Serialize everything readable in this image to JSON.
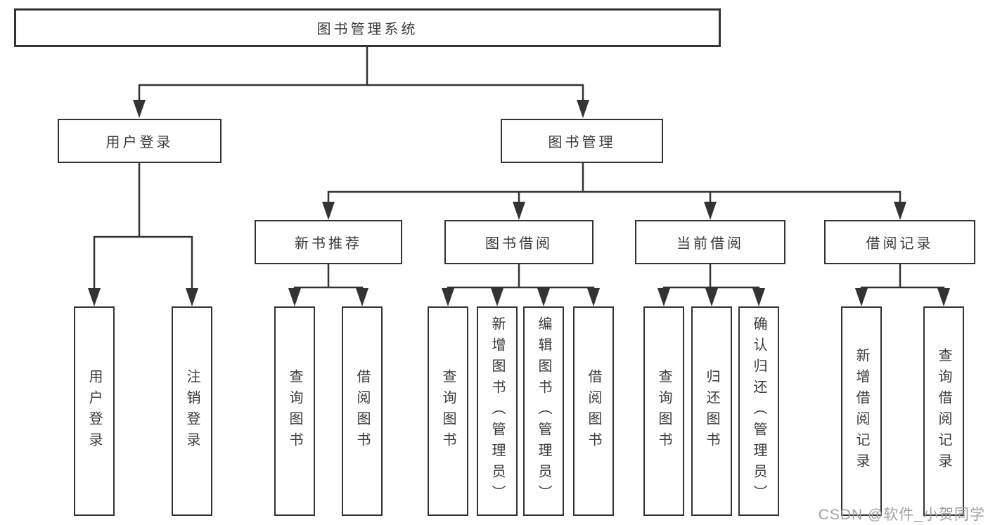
{
  "tree": {
    "root": {
      "label": "图书管理系统"
    },
    "user_login_branch": {
      "label": "用户登录",
      "leaves": [
        "用户登录",
        "注销登录"
      ]
    },
    "book_mgmt_branch": {
      "label": "图书管理",
      "groups": [
        {
          "label": "新书推荐",
          "leaves": [
            "查询图书",
            "借阅图书"
          ]
        },
        {
          "label": "图书借阅",
          "leaves": [
            "查询图书",
            "新增图书（管理员）",
            "编辑图书（管理员）",
            "借阅图书"
          ]
        },
        {
          "label": "当前借阅",
          "leaves": [
            "查询图书",
            "归还图书",
            "确认归还（管理员）"
          ]
        },
        {
          "label": "借阅记录",
          "leaves": [
            "新增借阅记录",
            "查询借阅记录"
          ]
        }
      ]
    }
  },
  "watermark": "CSDN @软件_小贺同学",
  "colors": {
    "line": "#333333",
    "text": "#3a3a3a",
    "node_background": "#ffffff",
    "watermark": "#a0a0a0",
    "background": "#ffffff"
  }
}
